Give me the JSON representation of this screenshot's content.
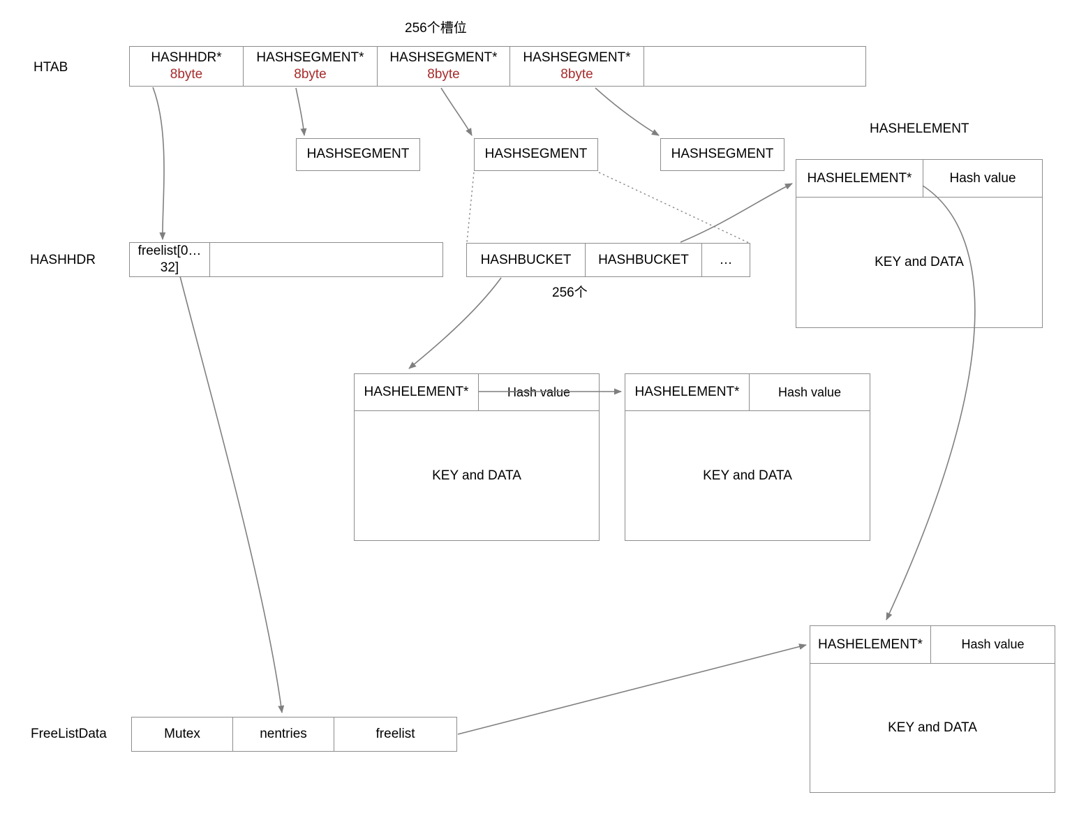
{
  "diagram": {
    "title_labels": {
      "slots_top": "256个槽位",
      "buckets_count": "256个",
      "hashelement_title": "HASHELEMENT"
    },
    "row_labels": {
      "htab": "HTAB",
      "hashhdr": "HASHHDR",
      "freelistdata": "FreeListData"
    },
    "htab_row": {
      "cells": [
        {
          "name": "HASHHDR*",
          "size": "8byte"
        },
        {
          "name": "HASHSEGMENT*",
          "size": "8byte"
        },
        {
          "name": "HASHSEGMENT*",
          "size": "8byte"
        },
        {
          "name": "HASHSEGMENT*",
          "size": "8byte"
        },
        {
          "name": "",
          "size": ""
        }
      ]
    },
    "hashsegment_boxes": [
      {
        "label": "HASHSEGMENT"
      },
      {
        "label": "HASHSEGMENT"
      },
      {
        "label": "HASHSEGMENT"
      }
    ],
    "hashhdr_row": {
      "cells": [
        {
          "label": "freelist[0…\n32]"
        },
        {
          "label": ""
        }
      ],
      "freelist_line1": "freelist[0…",
      "freelist_line2": "32]"
    },
    "hashbucket_row": {
      "cells": [
        {
          "label": "HASHBUCKET"
        },
        {
          "label": "HASHBUCKET"
        },
        {
          "label": "…"
        }
      ]
    },
    "freelistdata_row": {
      "cells": [
        {
          "label": "Mutex"
        },
        {
          "label": "nentries"
        },
        {
          "label": "freelist"
        }
      ]
    },
    "hashelements": [
      {
        "id": "hashelement-top-right",
        "ptr": "HASHELEMENT*",
        "hash": "Hash value",
        "body": "KEY and DATA"
      },
      {
        "id": "hashelement-mid-left",
        "ptr": "HASHELEMENT*",
        "hash": "Hash value",
        "body": "KEY and DATA"
      },
      {
        "id": "hashelement-mid-right",
        "ptr": "HASHELEMENT*",
        "hash": "Hash value",
        "body": "KEY and DATA"
      },
      {
        "id": "hashelement-bottom-right",
        "ptr": "HASHELEMENT*",
        "hash": "Hash value",
        "body": "KEY and DATA"
      }
    ],
    "colors": {
      "stroke": "#7f7f7f",
      "box_border": "#8c8c8c",
      "size_text": "#a82b2b",
      "text": "#000000",
      "background": "#ffffff"
    }
  }
}
